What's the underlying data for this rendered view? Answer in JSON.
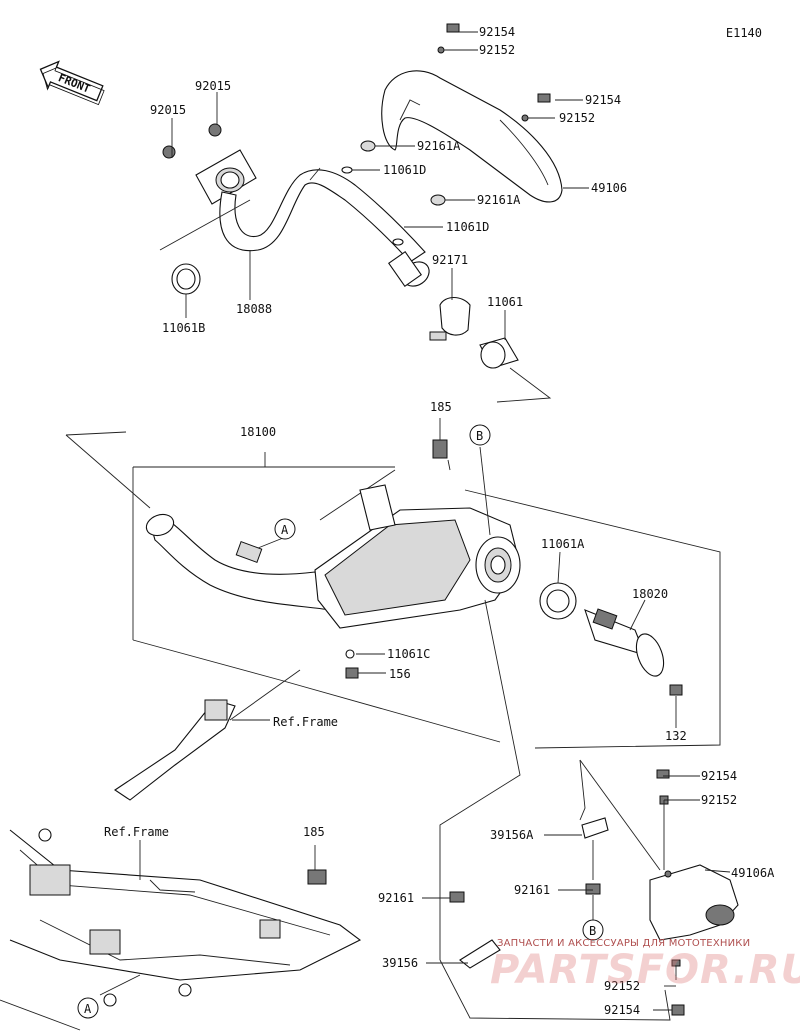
{
  "diagram_code": "E1140",
  "front_label": "FRONT",
  "parts": {
    "p92154_top": "92154",
    "p92152_top": "92152",
    "p92015_a": "92015",
    "p92015_b": "92015",
    "p92154_r": "92154",
    "p92152_r": "92152",
    "p92161A_a": "92161A",
    "p11061D_a": "11061D",
    "p92161A_b": "92161A",
    "p49106": "49106",
    "p11061D_b": "11061D",
    "p92171": "92171",
    "p11061B": "11061B",
    "p18088": "18088",
    "p11061": "11061",
    "p185_top": "185",
    "p18100": "18100",
    "p11061A": "11061A",
    "p18020": "18020",
    "p11061C": "11061C",
    "p156": "156",
    "p132": "132",
    "ref_frame_1": "Ref.Frame",
    "ref_frame_2": "Ref.Frame",
    "p185_bot": "185",
    "p92154_b1": "92154",
    "p92152_b1": "92152",
    "p39156A": "39156A",
    "p49106A": "49106A",
    "p92161_a": "92161",
    "p92161_b": "92161",
    "p39156": "39156",
    "p92152_b2": "92152",
    "p92154_b2": "92154"
  },
  "callouts": {
    "a_top": "A",
    "b_top": "B",
    "b_bot": "B",
    "a_bot": "A"
  },
  "watermark": {
    "line1": "ЗАПЧАСТИ И АКСЕССУАРЫ ДЛЯ МОТОТЕХНИКИ",
    "line2": "PARTSFOR.RU"
  }
}
